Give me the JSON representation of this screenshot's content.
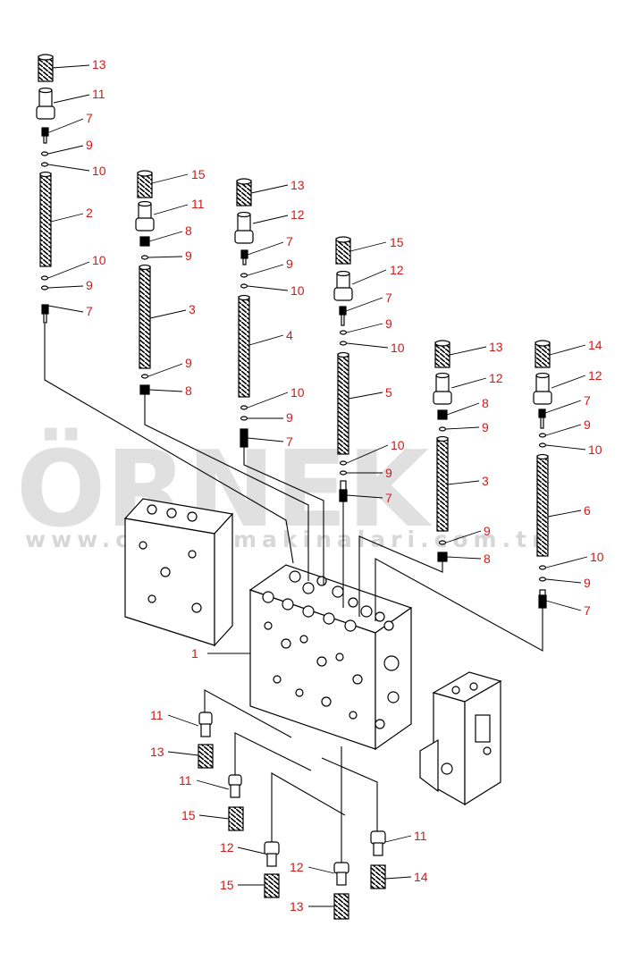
{
  "watermark": {
    "brand": "ÖRNEK",
    "url": "www.orneksmakinalari.com.tr"
  },
  "callouts": {
    "a_13": "13",
    "a_11": "11",
    "a_7t": "7",
    "a_9t": "9",
    "a_10t": "10",
    "a_2": "2",
    "a_10b": "10",
    "a_9b": "9",
    "a_7b": "7",
    "b_15": "15",
    "b_11": "11",
    "b_8t": "8",
    "b_9t": "9",
    "b_3": "3",
    "b_9b": "9",
    "b_8b": "8",
    "c_13": "13",
    "c_12": "12",
    "c_7t": "7",
    "c_9t": "9",
    "c_10t": "10",
    "c_4": "4",
    "c_10b": "10",
    "c_9b": "9",
    "c_7b": "7",
    "d_15": "15",
    "d_12": "12",
    "d_7t": "7",
    "d_9t": "9",
    "d_10t": "10",
    "d_5": "5",
    "d_10b": "10",
    "d_9b": "9",
    "d_7b": "7",
    "e_13": "13",
    "e_12": "12",
    "e_8t": "8",
    "e_9t": "9",
    "e_3": "3",
    "e_9b": "9",
    "e_8b": "8",
    "f_14": "14",
    "f_12": "12",
    "f_7t": "7",
    "f_9t": "9",
    "f_10t": "10",
    "f_6": "6",
    "f_10b": "10",
    "f_9b": "9",
    "f_7b": "7",
    "body_1": "1",
    "g_11": "11",
    "g_13": "13",
    "h_11": "11",
    "h_15": "15",
    "i_12": "12",
    "i_15": "15",
    "j_12": "12",
    "j_13": "13",
    "k_11": "11",
    "k_14": "14"
  }
}
